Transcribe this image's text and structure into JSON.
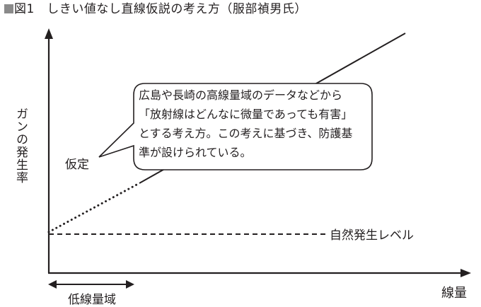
{
  "title": {
    "text": "図1　しきい値なし直線仮説の考え方（服部禎男氏）"
  },
  "axes": {
    "y_label": "ガンの発生率",
    "x_label": "線量"
  },
  "labels": {
    "hypothesis": "仮定",
    "natural_level": "自然発生レベル",
    "low_dose_region": "低線量域"
  },
  "callout": {
    "lines": [
      "広島や長崎の高線量域のデータなどから",
      "「放射線はどんなに微量であっても有害」",
      "とする考え方。この考えに基づき、防護基",
      "準が設けられている。"
    ]
  },
  "colors": {
    "ink": "#231f20",
    "title_square": "#8a8a8a",
    "background": "#ffffff"
  }
}
